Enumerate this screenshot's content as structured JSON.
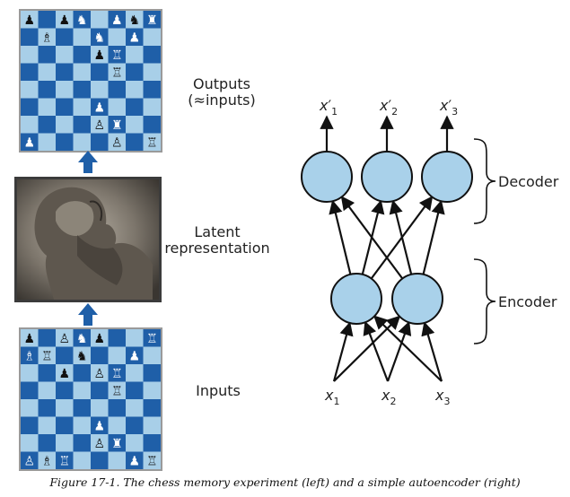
{
  "left_labels": {
    "outputs": "Outputs",
    "outputs_sub": "(≈inputs)",
    "latent_1": "Latent",
    "latent_2": "representation",
    "inputs": "Inputs"
  },
  "network": {
    "outputs": [
      {
        "base": "x",
        "prime": "′",
        "sub": "1"
      },
      {
        "base": "x",
        "prime": "′",
        "sub": "2"
      },
      {
        "base": "x",
        "prime": "′",
        "sub": "3"
      }
    ],
    "inputs": [
      {
        "base": "x",
        "sub": "1"
      },
      {
        "base": "x",
        "sub": "2"
      },
      {
        "base": "x",
        "sub": "3"
      }
    ],
    "decoder_label": "Decoder",
    "encoder_label": "Encoder"
  },
  "caption": "Figure 17-1. The chess memory experiment (left) and a simple autoencoder (right)",
  "colors": {
    "dark_square": "#1f5fa8",
    "light_square": "#a8cfe8",
    "neuron_fill": "#a9d1ea",
    "arrow_up": "#1f5fa8"
  },
  "chess": {
    "output_pieces": [
      [
        0,
        "♟"
      ],
      [
        2,
        "♟"
      ],
      [
        3,
        "♞"
      ],
      [
        5,
        "♟"
      ],
      [
        6,
        "♞"
      ],
      [
        7,
        "♜"
      ],
      [
        9,
        "♗"
      ],
      [
        12,
        "♞"
      ],
      [
        14,
        "♟"
      ],
      [
        20,
        "♟"
      ],
      [
        21,
        "♖"
      ],
      [
        29,
        "♖"
      ],
      [
        44,
        "♟"
      ],
      [
        52,
        "♙"
      ],
      [
        53,
        "♜"
      ],
      [
        56,
        "♟"
      ],
      [
        61,
        "♙"
      ],
      [
        63,
        "♖"
      ]
    ],
    "input_pieces": [
      [
        0,
        "♟"
      ],
      [
        2,
        "♙"
      ],
      [
        3,
        "♞"
      ],
      [
        4,
        "♟"
      ],
      [
        7,
        "♖"
      ],
      [
        8,
        "♗"
      ],
      [
        9,
        "♖"
      ],
      [
        11,
        "♞"
      ],
      [
        14,
        "♟"
      ],
      [
        18,
        "♟"
      ],
      [
        20,
        "♙"
      ],
      [
        21,
        "♖"
      ],
      [
        29,
        "♖"
      ],
      [
        44,
        "♟"
      ],
      [
        52,
        "♙"
      ],
      [
        53,
        "♜"
      ],
      [
        56,
        "♙"
      ],
      [
        57,
        "♗"
      ],
      [
        58,
        "♖"
      ],
      [
        62,
        "♟"
      ],
      [
        63,
        "♖"
      ]
    ]
  }
}
